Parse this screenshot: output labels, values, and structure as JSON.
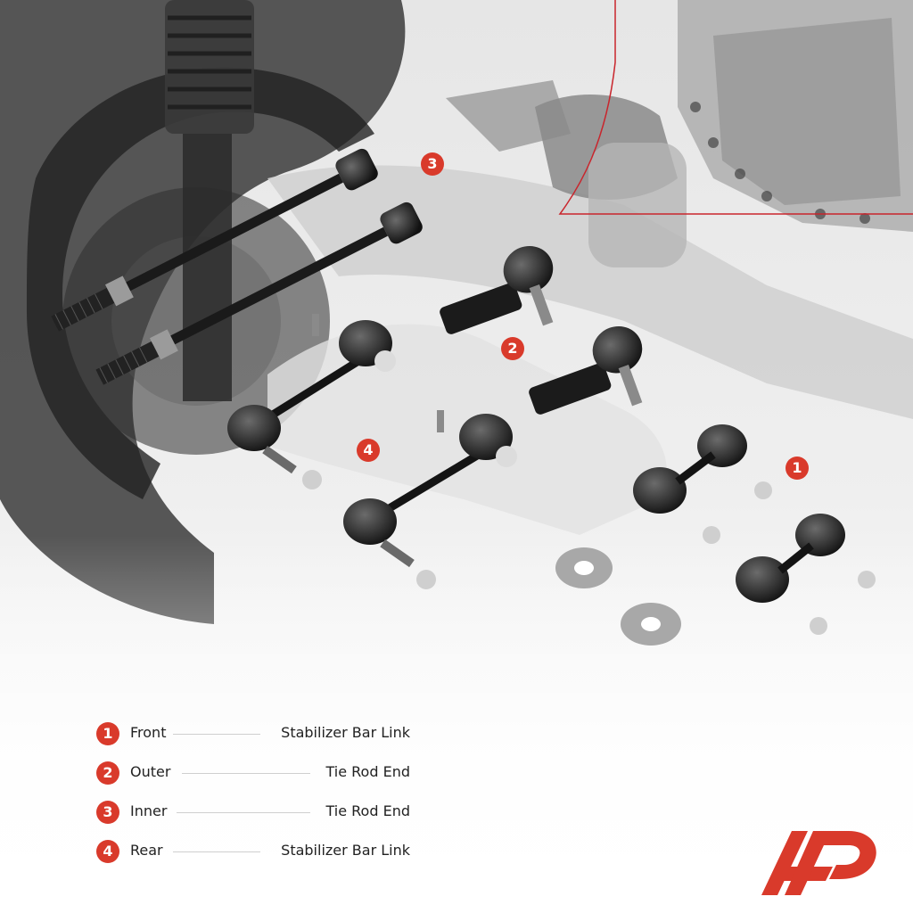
{
  "colors": {
    "accent": "#d93a2b",
    "text": "#222222",
    "rule": "#cfcfcf"
  },
  "callouts": [
    {
      "number": "3"
    },
    {
      "number": "2"
    },
    {
      "number": "4"
    },
    {
      "number": "1"
    }
  ],
  "legend": [
    {
      "number": "1",
      "position": "Front",
      "part": "Stabilizer Bar Link"
    },
    {
      "number": "2",
      "position": "Outer",
      "part": "Tie Rod End"
    },
    {
      "number": "3",
      "position": "Inner",
      "part": "Tie Rod End"
    },
    {
      "number": "4",
      "position": "Rear",
      "part": "Stabilizer Bar Link"
    }
  ],
  "logo": {
    "icon": "ap-logo-icon"
  }
}
